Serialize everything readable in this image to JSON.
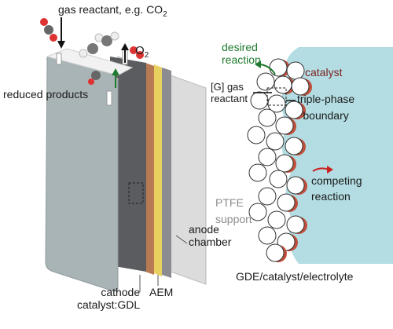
{
  "labels": {
    "gas_reactant_prefix": "gas reactant, e.g. CO",
    "gas_reactant_sub": "2",
    "o2_main": "O",
    "o2_sub": "2",
    "reduced_products": "reduced products",
    "anode_chamber_1": "anode",
    "anode_chamber_2": "chamber",
    "aem": "AEM",
    "cathode": "cathode",
    "catalyst_gdl": "catalyst:GDL",
    "desired_reaction_1": "desired",
    "desired_reaction_2": "reaction",
    "catalyst": "catalyst",
    "g_gas_1": "[G] gas",
    "g_gas_2": "reactant",
    "triple_phase_1": "triple-phase",
    "triple_phase_2": "boundary",
    "competing_1": "competing",
    "competing_2": "reaction",
    "ptfe_1": "PTFE",
    "ptfe_2": "support",
    "gde_caption": "GDE/catalyst/electrolyte"
  },
  "colors": {
    "electrolyte": "#b3dde2",
    "catalyst": "#c0503c",
    "desired_arrow": "#1f7a2f",
    "competing_arrow": "#cc1f1f",
    "ptfe_text": "#8c8c8c",
    "cathode_layer": "#b87a52",
    "aem_layer": "#e8d060"
  }
}
